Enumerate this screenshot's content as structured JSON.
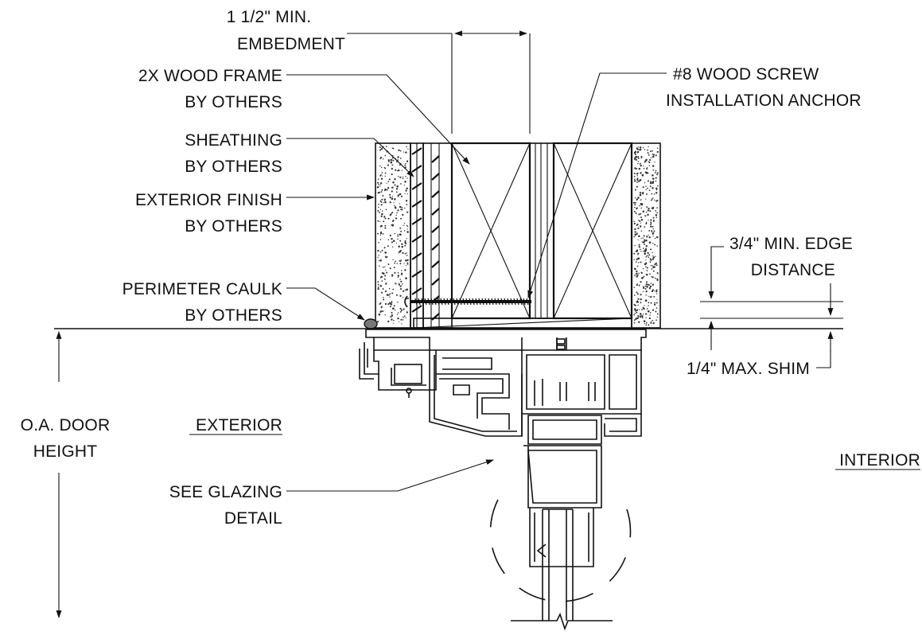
{
  "labels": {
    "embedment": [
      "1 1/2\" MIN.",
      "EMBEDMENT"
    ],
    "wood_frame": [
      "2X WOOD FRAME",
      "BY OTHERS"
    ],
    "sheathing": [
      "SHEATHING",
      "BY OTHERS"
    ],
    "exterior_finish": [
      "EXTERIOR FINISH",
      "BY OTHERS"
    ],
    "perimeter_caulk": [
      "PERIMETER CAULK",
      "BY OTHERS"
    ],
    "wood_screw": [
      "#8 WOOD SCREW",
      "INSTALLATION ANCHOR"
    ],
    "edge_distance": [
      "3/4\" MIN. EDGE",
      "DISTANCE"
    ],
    "shim": "1/4\" MAX. SHIM",
    "door_height": [
      "O.A. DOOR",
      "HEIGHT"
    ],
    "exterior": "EXTERIOR",
    "interior": "INTERIOR",
    "glazing_detail": [
      "SEE GLAZING",
      "DETAIL"
    ]
  }
}
